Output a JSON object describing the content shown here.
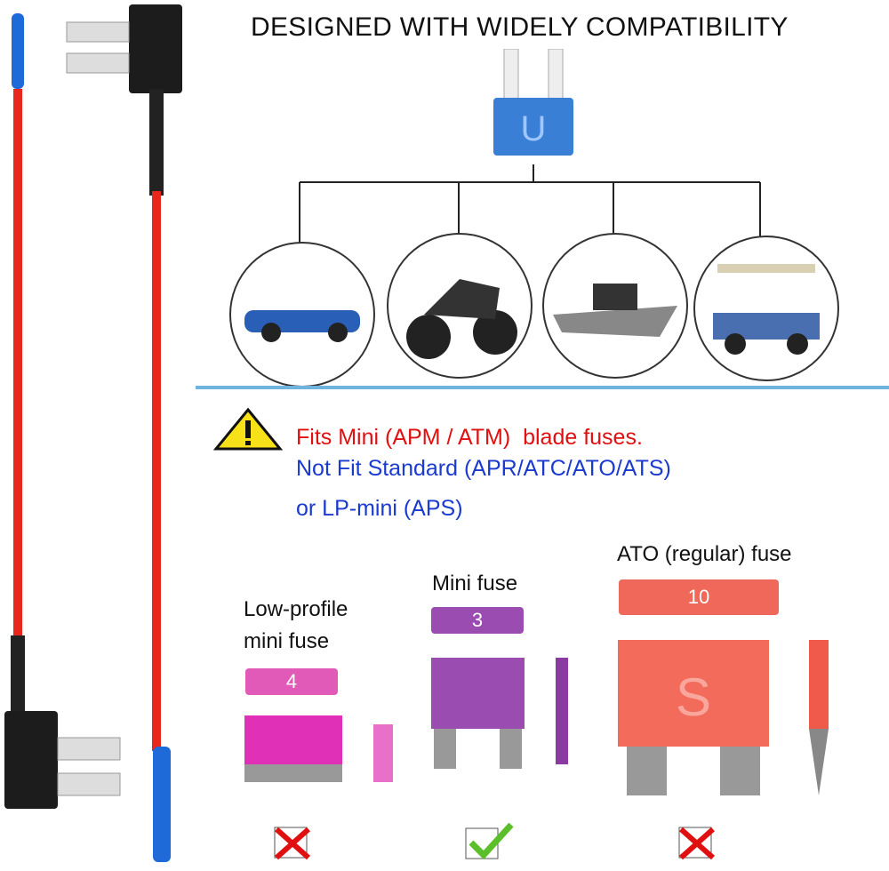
{
  "heading": "DESIGNED WITH WIDELY COMPATIBILITY",
  "vehicles": [
    "car",
    "motorcycle",
    "boat",
    "golf-cart"
  ],
  "notice": {
    "line1": "Fits Mini (APM / ATM)  blade fuses.",
    "line2": "Not Fit Standard (APR/ATC/ATO/ATS)",
    "line3": "or LP-mini (APS)"
  },
  "fuses": [
    {
      "label_line1": "Low-profile",
      "label_line2": "mini fuse",
      "rating": "4",
      "fits": false,
      "color": "#e25ab8"
    },
    {
      "label_line1": "Mini fuse",
      "rating": "3",
      "fits": true,
      "color": "#9a4cb0"
    },
    {
      "label_line1": "ATO (regular) fuse",
      "rating": "10",
      "fits": false,
      "color": "#f0685a"
    }
  ],
  "colors": {
    "divider": "#6fb3e0",
    "wire": "#e8261c",
    "accent_red": "#e01010",
    "accent_blue": "#1a3ad0"
  }
}
